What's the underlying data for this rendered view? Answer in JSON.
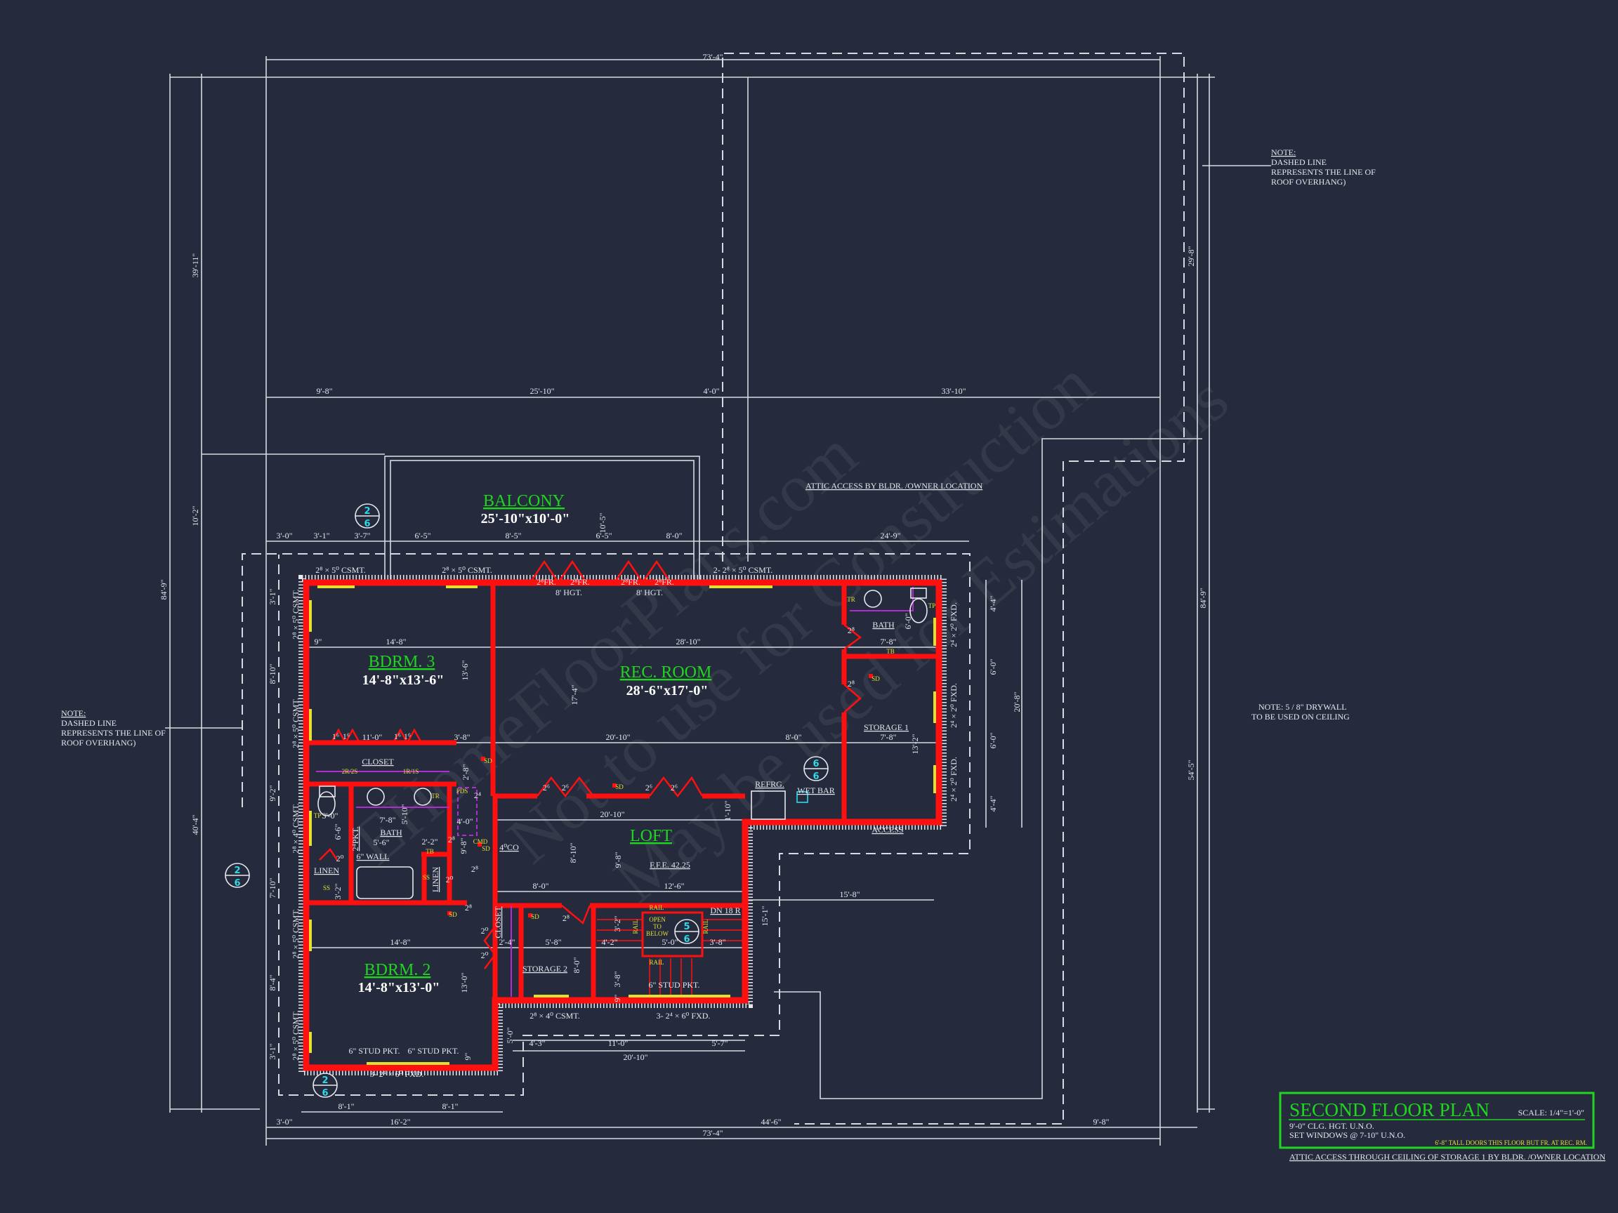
{
  "colors": {
    "background": "#252a3c",
    "walls": "#ff1010",
    "windows": "#e3e032",
    "room_names": "#1fd51f",
    "section_markers": "#2ed9e8",
    "linework": "#d6d9e0"
  },
  "title_block": {
    "title": "SECOND FLOOR PLAN",
    "scale": "SCALE: 1/4\"=1'-0\"",
    "note_1": "9'-0\" CLG. HGT. U.N.O.",
    "note_2": "SET WINDOWS @ 7-10\" U.N.O.",
    "door_note": "6'-8\" TALL DOORS THIS FLOOR BUT FR. AT REC. RM.",
    "attic_note": "ATTIC ACCESS THROUGH CEILING OF STORAGE 1 BY BLDR. /OWNER LOCATION"
  },
  "notes": {
    "attic_access": "ATTIC ACCESS BY BLDR. /OWNER LOCATION",
    "drywall": [
      "NOTE: 5 / 8\" DRYWALL",
      "TO BE USED ON CEILING"
    ],
    "overhang_right": {
      "heading": "NOTE:",
      "lines": [
        "DASHED LINE",
        "REPRESENTS  THE LINE OF",
        "ROOF OVERHANG)"
      ]
    },
    "overhang_left": {
      "heading": "NOTE:",
      "lines": [
        "DASHED LINE",
        "REPRESENTS  THE LINE OF",
        "ROOF OVERHANG)"
      ]
    }
  },
  "rooms": {
    "balcony": {
      "name": "BALCONY",
      "size": "25'-10\"x10'-0\""
    },
    "bdrm3": {
      "name": "BDRM. 3",
      "size": "14'-8\"x13'-6\""
    },
    "rec_room": {
      "name": "REC. ROOM",
      "size": "28'-6\"x17'-0\""
    },
    "loft": {
      "name": "LOFT"
    },
    "bdrm2": {
      "name": "BDRM. 2",
      "size": "14'-8\"x13'-0\""
    }
  },
  "section_markers": [
    {
      "top": "2",
      "bottom": "6"
    },
    {
      "top": "2",
      "bottom": "6"
    },
    {
      "top": "2",
      "bottom": "6"
    },
    {
      "top": "6",
      "bottom": "6"
    },
    {
      "top": "5",
      "bottom": "6"
    }
  ],
  "dims": [
    "73'-4\"",
    "9'-8\"",
    "25'-10\"",
    "4'-0\"",
    "33'-10\"",
    "3'-0\"",
    "3'-1\"",
    "3'-7\"",
    "6'-5\"",
    "8'-5\"",
    "6'-5\"",
    "8'-0\"",
    "24'-9\"",
    "84'-9\"",
    "39'-11\"",
    "10'-2\"",
    "40'-4\"",
    "29'-8\"",
    "54'-5\"",
    "84'-9\"",
    "8'-1\"",
    "8'-1\"",
    "3'-0\"",
    "16'-2\"",
    "44'-6\"",
    "9'-8\"",
    "73'-4\"",
    "14'-8\"",
    "9\"",
    "28'-10\"",
    "7'-8\"",
    "13'-6\"",
    "17'-4\"",
    "10'-5\"",
    "11'-0\"",
    "3'-8\"",
    "20'-10\"",
    "8'-0\"",
    "7'-8\"",
    "13'-2\"",
    "6'-0\"",
    "20'-10\"",
    "1'-10\"",
    "8'-10\"",
    "9'-8\"",
    "12'-6\"",
    "8'-0\"",
    "15'-8\"",
    "15'-1\"",
    "14'-8\"",
    "2'-4\"",
    "5'-8\"",
    "4'-2\"",
    "5'-0\"",
    "3'-8\"",
    "13'-0\"",
    "8'-0\"",
    "3'-2\"",
    "3'-8\"",
    "9\"",
    "5'-0\"",
    "4'-3\"",
    "11'-0\"",
    "5'-7\"",
    "20'-10\"",
    "9\"",
    "3'-1\"",
    "8'-4\"",
    "7'-10\"",
    "9'-2\"",
    "8'-10\"",
    "3'-1\"",
    "6'-6\"",
    "7'-8\"",
    "5'-10\"",
    "5'-6\"",
    "2'-2\"",
    "3'-0\"",
    "4'-0\"",
    "9'-8\"",
    "2'-8\"",
    "3'-2\"",
    "4'-4\"",
    "6'-0\"",
    "6'-0\"",
    "4'-4\"",
    "20'-8\""
  ],
  "openings": [
    "2⁸ × 5⁰ CSMT.",
    "2⁸ × 5⁰ CSMT.",
    "2- 2⁸ × 5⁰ CSMT.",
    "2⁸FR.",
    "2⁸FR.",
    "2⁸FR.",
    "2⁸FR.",
    "8' HGT.",
    "8' HGT.",
    "2⁸ × 5⁰ CSMT.",
    "2⁸ × 5⁰ CSMT.",
    "2⁸ × 4⁰ CSMT.",
    "2⁸ × 5⁰ CSMT.",
    "2⁸ × 5⁰ CSMT.",
    "2⁴ × 2⁰ FXD.",
    "2⁴ × 2⁰ FXD.",
    "2⁴ × 2⁰ FXD.",
    "6\" STUD PKT.",
    "6\" STUD PKT.",
    "3- 2⁴ × 6⁰ FXD.",
    "2⁸ × 4⁰ CSMT.",
    "3- 2⁴ × 6⁰ FXD.",
    "6\" STUD PKT.",
    "2⁸",
    "2⁸",
    "1⁶",
    "1⁶",
    "1⁶",
    "1⁶",
    "2⁶",
    "2⁶",
    "2⁶",
    "2⁶",
    "2⁸",
    "2⁰",
    "2⁰",
    "2⁸",
    "2⁸",
    "2⁰",
    "2⁰",
    "2⁴",
    "2⁸"
  ],
  "room_tags": [
    "CLOSET",
    "BATH",
    "LINEN",
    "LINEN",
    "6\" WALL",
    "2⁴PKT.",
    "4⁰CO",
    "F.F.E. 42.25",
    "STORAGE 2",
    "CLOSET",
    "DN 18 R",
    "BATH",
    "STORAGE 1",
    "REFRG.",
    "WET BAR",
    "ACCESS"
  ],
  "fixture_tags": [
    "TR",
    "TP",
    "TB",
    "SD",
    "SD",
    "SD",
    "SD",
    "SD",
    "SD",
    "PDS",
    "CMD",
    "SS",
    "SS",
    "2R/2S",
    "1R/1S",
    "TR",
    "TP",
    "TB",
    "RAIL",
    "RAIL",
    "RAIL",
    "RAIL",
    "OPEN",
    "TO",
    "BELOW"
  ],
  "watermark": [
    "EHomeFloorPlans.com",
    "Not to use for Construction",
    "May be used for Estimations"
  ]
}
